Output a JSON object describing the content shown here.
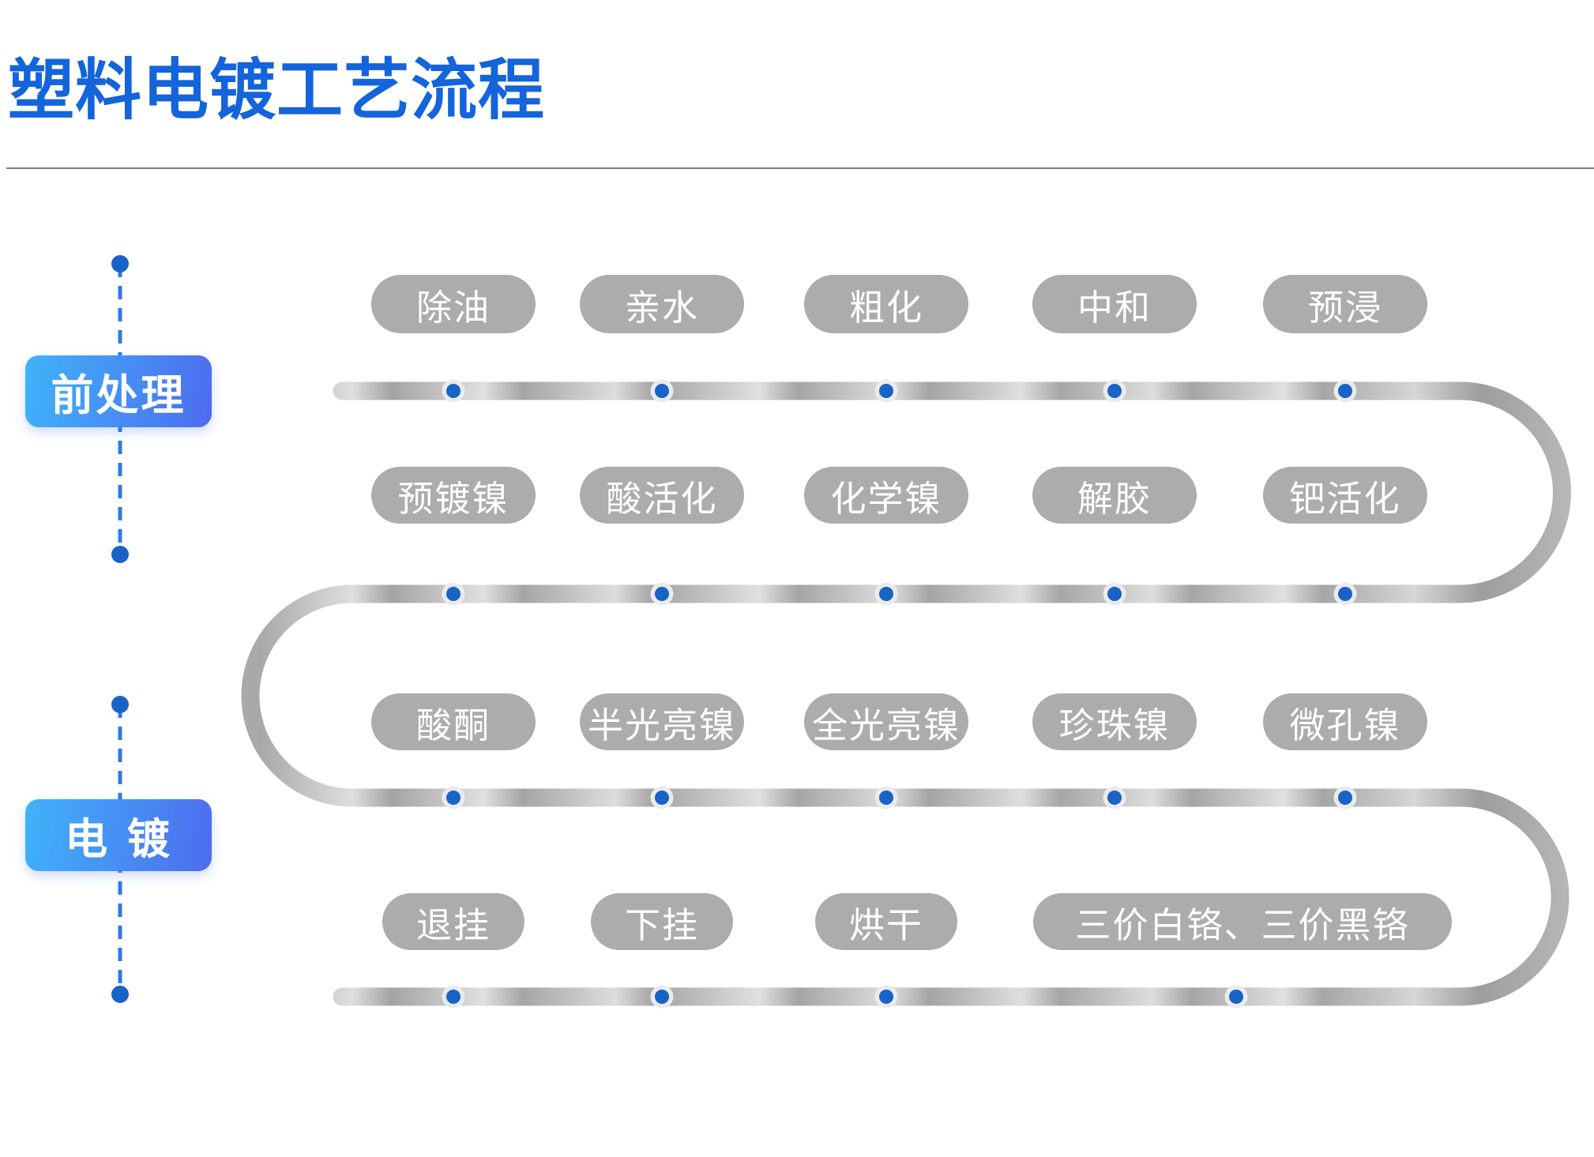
{
  "title": "塑料电镀工艺流程",
  "colors": {
    "title_blue": "#1464db",
    "label_gradient_start": "#40b3fa",
    "label_gradient_end": "#4d6cee",
    "pill_gray": "#acacac",
    "pill_text": "#ffffff",
    "track_dark": "#a3a3a3",
    "track_light": "#e0e0e0",
    "dot_blue": "#1a63c6",
    "dot_ring": "#ebebeb",
    "timeline_blue": "#2e7be3"
  },
  "phases": [
    {
      "label": "前处理"
    },
    {
      "label": "电 镀"
    }
  ],
  "rows": [
    {
      "steps": [
        "除油",
        "亲水",
        "粗化",
        "中和",
        "预浸"
      ]
    },
    {
      "steps": [
        "预镀镍",
        "酸活化",
        "化学镍",
        "解胶",
        "钯活化"
      ]
    },
    {
      "steps": [
        "酸酮",
        "半光亮镍",
        "全光亮镍",
        "珍珠镍",
        "微孔镍"
      ]
    },
    {
      "steps": [
        "退挂",
        "下挂",
        "烘干",
        "三价白铬、三价黑铬"
      ]
    }
  ]
}
